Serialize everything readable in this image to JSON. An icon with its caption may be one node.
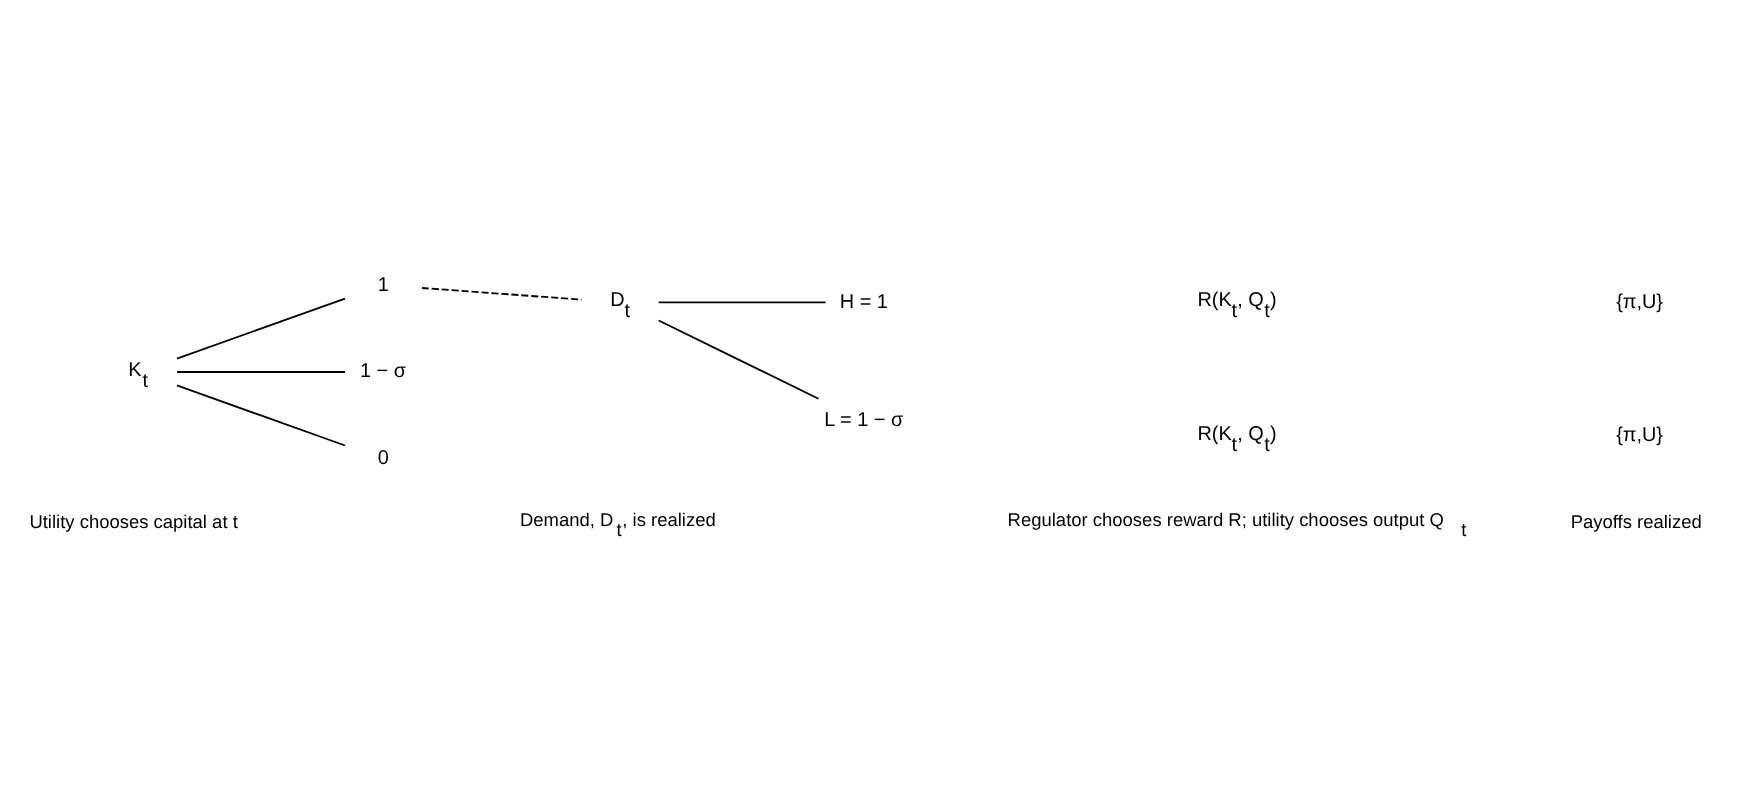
{
  "diagram": {
    "nodes": [
      {
        "text": [
          "K$_{t}$"
        ]
      },
      {
        "text": [
          "1"
        ]
      },
      {
        "text": [
          "1 − σ"
        ]
      },
      {
        "text": [
          "0"
        ]
      },
      {
        "text": [
          "D$_{t}$"
        ]
      },
      {
        "text": [
          "H = 1"
        ]
      },
      {
        "text": [
          "L = 1 − σ"
        ]
      }
    ],
    "edges": [
      {
        "from": 0,
        "to": 1,
        "arrow": "none"
      },
      {
        "from": 0,
        "to": 2,
        "arrow": "none"
      },
      {
        "from": 0,
        "to": 3,
        "arrow": "none"
      },
      {
        "from": 1,
        "to": 4,
        "arrow": "none",
        "style": "dashed"
      },
      {
        "from": 4,
        "to": 5,
        "arrow": "none"
      },
      {
        "from": 4,
        "to": 6,
        "arrow": "none"
      }
    ],
    "labels": [
      "R(K$_{t}$, Q$_{t}$)",
      "{π,U}",
      "R(K$_{t}$, Q$_{t}$)",
      "{π,U}",
      "Utility chooses capital at t",
      "Demand, D$_{t}$, is realized",
      "Regulator chooses reward R; utility chooses output Q$_{t}$",
      "Payoffs realized"
    ]
  }
}
